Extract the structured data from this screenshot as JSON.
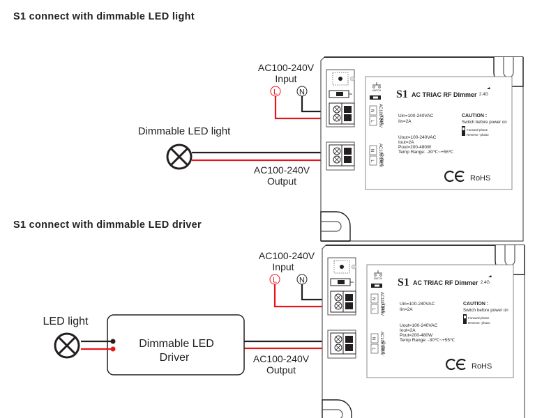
{
  "diagrams": [
    {
      "title": "S1 connect with dimmable LED light",
      "load_label": "Dimmable LED light",
      "input_label_line1": "AC100-240V",
      "input_label_line2": "Input",
      "output_label_line1": "AC100-240V",
      "output_label_line2": "Output",
      "terminal_L": "L",
      "terminal_N": "N"
    },
    {
      "title": "S1 connect with dimmable LED driver",
      "load_label": "LED light",
      "driver_label_line1": "Dimmable LED",
      "driver_label_line2": "Driver",
      "input_label_line1": "AC100-240V",
      "input_label_line2": "Input",
      "output_label_line1": "AC100-240V",
      "output_label_line2": "Output",
      "terminal_L": "L",
      "terminal_N": "N"
    }
  ],
  "device": {
    "model": "S1",
    "name": "AC TRIAC RF Dimmer",
    "rf_band": "2.4G",
    "match_label": "MATCH",
    "input_side_label_1": "Input",
    "input_side_label_2": "AC100-240V",
    "output_side_label_1": "Output",
    "output_side_label_2": "AC100-240V",
    "pin_N": "N",
    "pin_L": "L",
    "uin": "Uin=100-240VAC",
    "iin": "Iin=2A",
    "uout": "Uout=100-240VAC",
    "iout": "Iout=2A",
    "pout": "Pout=200-480W",
    "temp": "Temp Range: -30℃~+55℃",
    "caution_title": "CAUTION :",
    "caution_text": "Switch before power on",
    "forward_phase": "Forward-phase",
    "reverse_phase": "Reverse -phase",
    "ce_mark": "CE",
    "rohs": "RoHS"
  },
  "colors": {
    "live_wire": "#e8141b",
    "neutral_wire": "#231f20",
    "outline": "#231f20",
    "label_border": "#888888"
  }
}
